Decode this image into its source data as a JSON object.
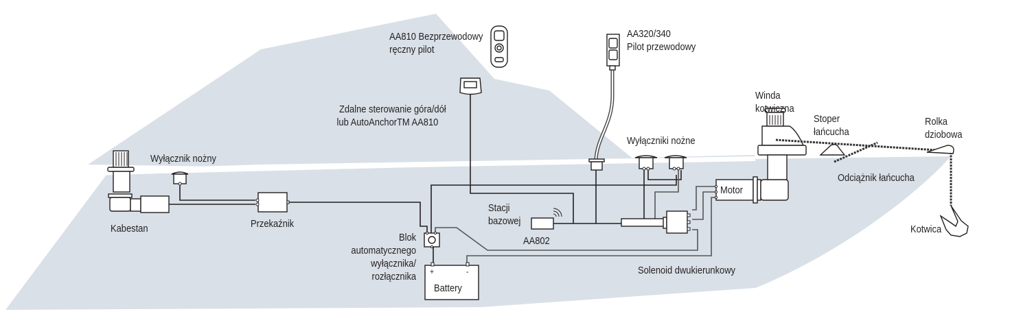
{
  "diagram": {
    "type": "anchor windlass wiring diagram",
    "colors": {
      "hull": "#d9e0e7",
      "deck_stripe": "#ffffff",
      "wire": "#231f20",
      "background": "#ffffff"
    },
    "labels": {
      "wireless_remote": [
        "AA810 Bezprzewodowy",
        "ręczny pilot"
      ],
      "wired_remote": [
        "AA320/340",
        "Pilot przewodowy"
      ],
      "updown_control": [
        "Zdalne sterowanie góra/dół",
        "lub AutoAnchorTM AA810"
      ],
      "foot_switch_single": "Wyłącznik nożny",
      "foot_switches": "Wyłączniki nożne",
      "capstan": "Kabestan",
      "relay": "Przekaźnik",
      "breaker": [
        "Blok",
        "automatycznego",
        "wyłącznika/",
        "rozłącznika"
      ],
      "base_station": [
        "Stacji",
        "bazowej"
      ],
      "base_station_model": "AA802",
      "battery": "Battery",
      "battery_plus": "+",
      "battery_minus": "-",
      "motor": "Motor",
      "solenoid": "Solenoid dwukierunkowy",
      "windlass": [
        "Winda",
        "kotwiczna"
      ],
      "chain_stopper": [
        "Stoper",
        "łańcucha"
      ],
      "bow_roller": [
        "Rolka",
        "dziobowa"
      ],
      "chain_snubber": "Odciążnik łańcucha",
      "anchor": "Kotwica"
    },
    "icons": {
      "wireless_remote": "handheld-remote-icon",
      "wired_remote": "wired-remote-icon",
      "updown_control": "control-panel-icon",
      "foot_switch": "foot-switch-icon",
      "capstan": "capstan-icon",
      "relay": "relay-box-icon",
      "breaker": "circuit-breaker-icon",
      "base_station": "wireless-base-station-icon",
      "battery": "battery-icon",
      "solenoid": "solenoid-icon",
      "motor": "motor-icon",
      "windlass": "windlass-icon",
      "chain_stopper": "chain-stopper-icon",
      "bow_roller": "bow-roller-icon",
      "anchor": "anchor-icon"
    }
  }
}
